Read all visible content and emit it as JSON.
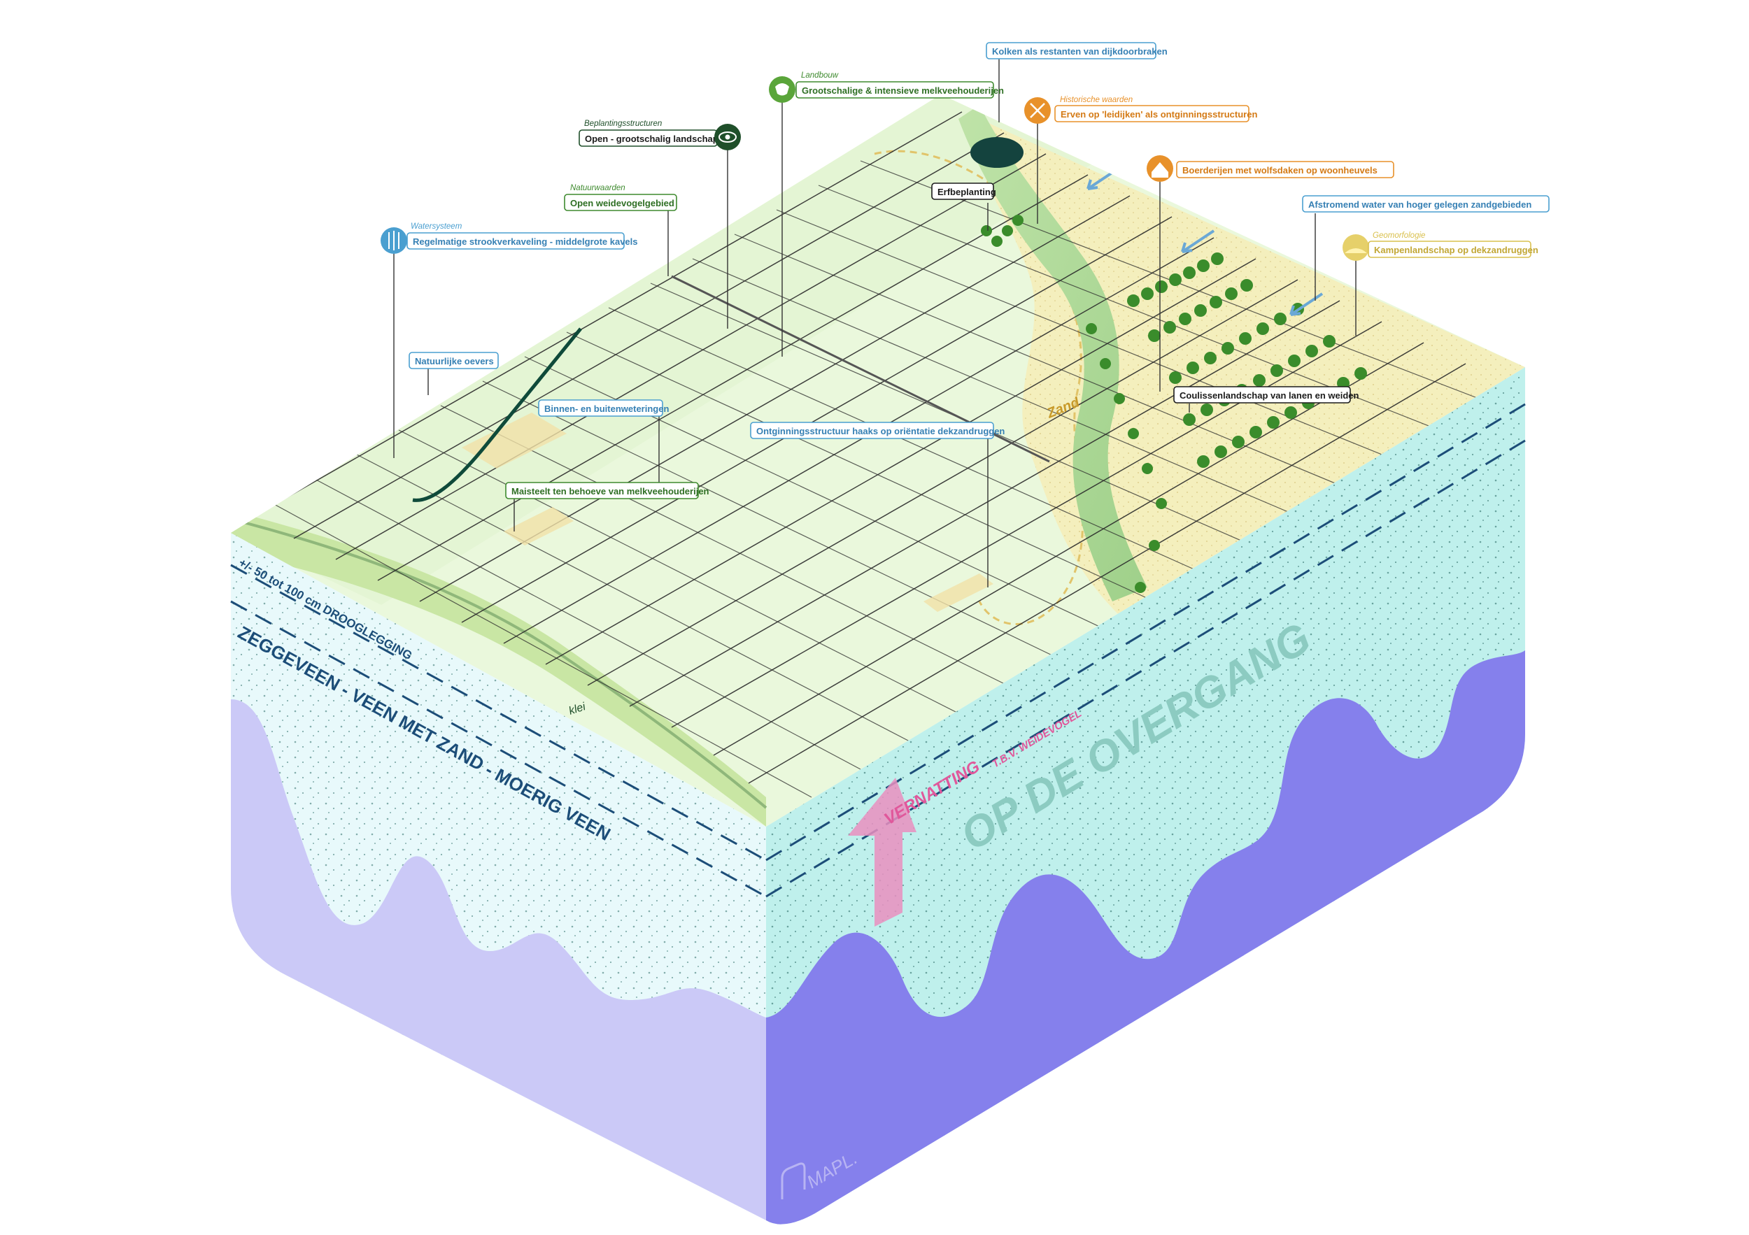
{
  "colors": {
    "blue": "#4a9fd0",
    "green": "#3e8a2e",
    "darkgreen": "#1f4f2a",
    "orange": "#e8912a",
    "yellow": "#d9c04d",
    "black": "#1b1b1b",
    "peat_side": "#c9c7f6",
    "peat_front": "#8580ec",
    "water_band": "#b7efea",
    "pink": "#e98fbf",
    "teal_text": "#8ccbc1",
    "navy_text": "#1c4d78"
  },
  "labels": {
    "watersysteem_cat": "Watersysteem",
    "watersysteem": "Regelmatige strookverkaveling - middelgrote kavels",
    "natuurwaarden_cat": "Natuurwaarden",
    "natuurwaarden": "Open weidevogelgebied",
    "beplanting_cat": "Beplantingsstructuren",
    "beplanting": "Open - grootschalig landschap",
    "landbouw_cat": "Landbouw",
    "landbouw": "Grootschalige & intensieve melkveehouderijen",
    "kolken": "Kolken als restanten van dijkdoorbraken",
    "historisch_cat": "Historische waarden",
    "historisch": "Erven op 'leidijken' als ontginningsstructuren",
    "erfbeplanting": "Erfbeplanting",
    "boerderijen": "Boerderijen met wolfsdaken op woonheuvels",
    "afstromend": "Afstromend water van hoger gelegen zandgebieden",
    "geomorfologie_cat": "Geomorfologie",
    "geomorfologie": "Kampenlandschap op dekzandruggen",
    "natuurlijke_oevers": "Natuurlijke oevers",
    "binnen_buiten": "Binnen- en buitenweteringen",
    "ontginning": "Ontginningsstructuur haaks op oriëntatie dekzandruggen",
    "maisteelt": "Maisteelt ten behoeve van melkveehouderijen",
    "coulissen": "Coulissenlandschap van lanen en weiden"
  },
  "map_text": {
    "zand": "Zand",
    "klei": "klei"
  },
  "side_text": {
    "drooglegging": "+/- 50 tot 100 cm DROOGLEGGING",
    "soil": "ZEGGEVEEN - VEEN MET ZAND - MOERIG VEEN",
    "vernatting": "VERNATTING",
    "tbv": "T.B.V. WEIDEVOGEL",
    "overgang": "OP DE OVERGANG"
  },
  "logo": "MAPL.",
  "icons": {
    "watersysteem": "water-stripes-icon",
    "beplanting": "eye-icon",
    "landbouw": "cow-icon",
    "historisch": "windmill-icon",
    "boerderijen": "farmhouse-icon",
    "geomorfologie": "sun-hill-icon"
  }
}
